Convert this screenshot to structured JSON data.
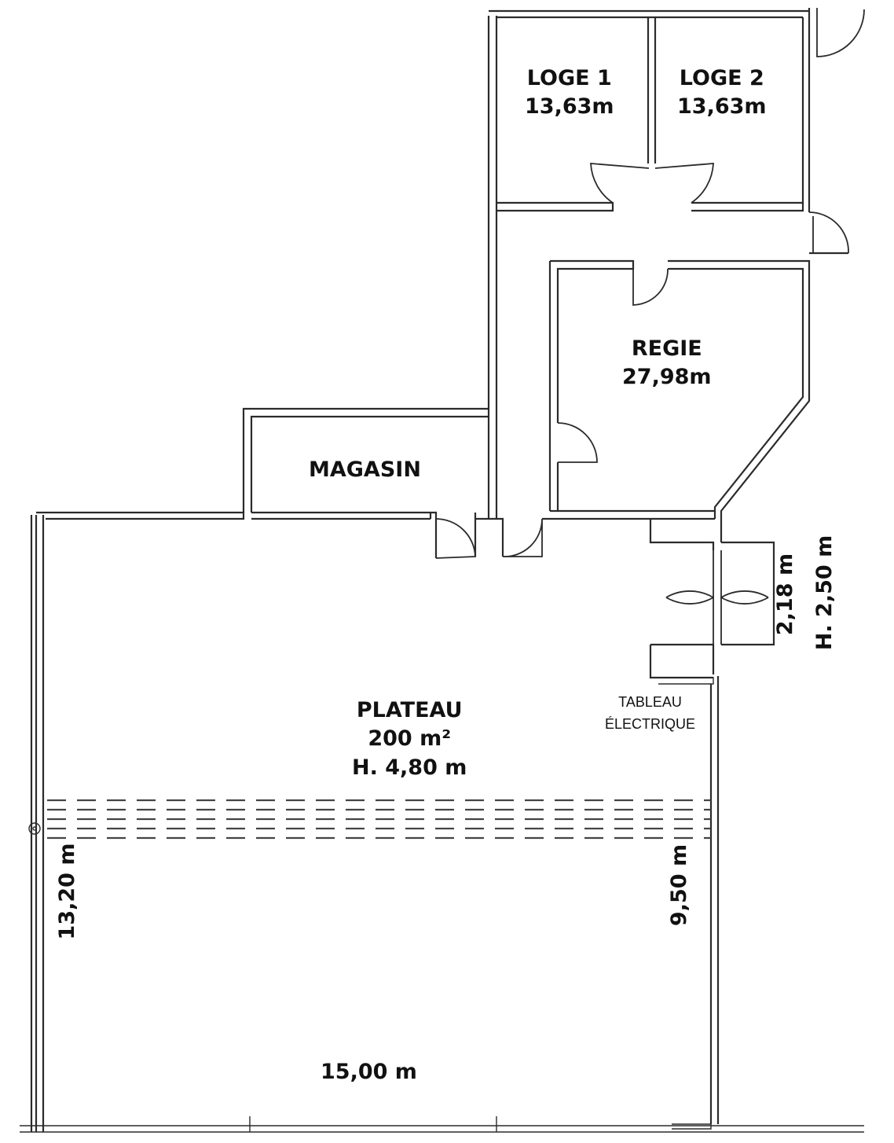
{
  "rooms": {
    "loge1": {
      "name": "LOGE 1",
      "area": "13,63m"
    },
    "loge2": {
      "name": "LOGE 2",
      "area": "13,63m"
    },
    "regie": {
      "name": "REGIE",
      "area": "27,98m"
    },
    "magasin": {
      "name": "MAGASIN"
    },
    "plateau": {
      "name": "PLATEAU",
      "area": "200 m²",
      "height": "H. 4,80 m"
    }
  },
  "tableau": {
    "line1": "TABLEAU",
    "line2": "ÉLECTRIQUE"
  },
  "dimensions": {
    "left": "13,20 m",
    "inner_right": "9,50 m",
    "bottom": "15,00 m",
    "door_width": "2,18 m",
    "door_height": "H. 2,50 m"
  },
  "colors": {
    "line": "#2b2b2b",
    "background": "#ffffff"
  }
}
